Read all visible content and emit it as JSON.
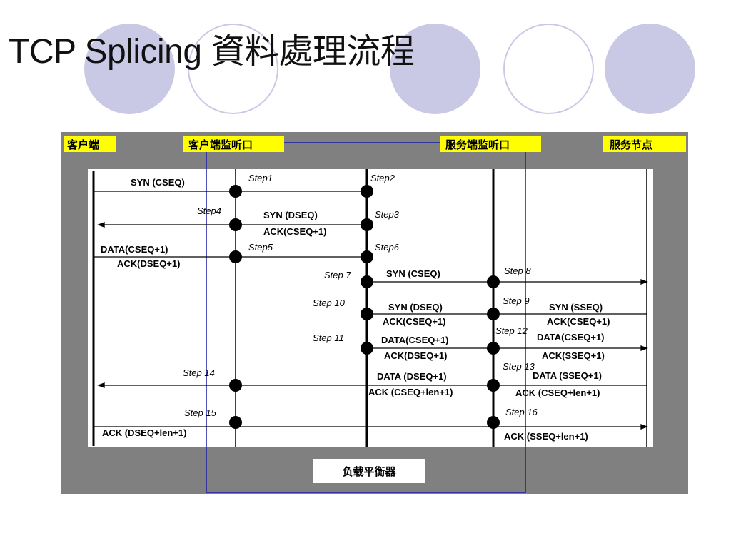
{
  "slide": {
    "title": "TCP Splicing 資料處理流程"
  },
  "diagram": {
    "endpoints": {
      "client": "客户端",
      "client_listen_port": "客户端监听口",
      "server_listen_port": "服务端监听口",
      "service_node": "服务节点"
    },
    "load_balancer": "负载平衡器",
    "steps": [
      "Step1",
      "Step2",
      "Step3",
      "Step4",
      "Step5",
      "Step6",
      "Step 7",
      "Step 8",
      "Step 9",
      "Step 10",
      "Step 11",
      "Step 12",
      "Step 13",
      "Step 14",
      "Step 15",
      "Step 16"
    ],
    "messages": [
      "SYN (CSEQ)",
      "SYN (DSEQ)",
      "ACK(CSEQ+1)",
      "DATA(CSEQ+1)",
      "ACK(DSEQ+1)",
      "SYN (CSEQ)",
      "SYN (DSEQ)",
      "ACK(CSEQ+1)",
      "SYN (SSEQ)",
      "ACK(CSEQ+1)",
      "DATA(CSEQ+1)",
      "ACK(DSEQ+1)",
      "DATA(CSEQ+1)",
      "ACK(SSEQ+1)",
      "DATA (DSEQ+1)",
      "ACK (CSEQ+len+1)",
      "DATA (SSEQ+1)",
      "ACK (CSEQ+len+1)",
      "ACK (DSEQ+len+1)",
      "ACK (SSEQ+len+1)"
    ]
  },
  "colors": {
    "circle": "#c9c9e6",
    "diagram_bg": "#808080",
    "lane_bg": "#ffffff",
    "header_label_bg": "#ffff00",
    "lb_box": "#1a1aa8"
  }
}
